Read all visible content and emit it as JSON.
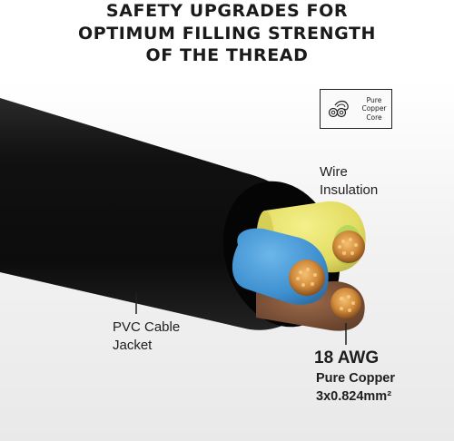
{
  "header": {
    "lines": [
      "SAFETY UPGRADES FOR",
      "OPTIMUM FILLING STRENGTH",
      "OF THE THREAD"
    ]
  },
  "badge": {
    "icon": "copper-wire-coil-icon",
    "lines": [
      "Pure",
      "Copper",
      "Core"
    ]
  },
  "callouts": {
    "wire_insulation": [
      "Wire",
      "Insulation"
    ],
    "pvc_jacket": [
      "PVC Cable",
      "Jacket"
    ],
    "awg": {
      "gauge": "18 AWG",
      "material": "Pure Copper",
      "spec": "3x0.824mm²"
    }
  },
  "colors": {
    "jacket": "#141414",
    "yellow_green_wire": "#e8e36a",
    "blue_wire": "#4a9ed8",
    "brown_wire": "#8a5a3e",
    "copper": "#d08a3a"
  }
}
